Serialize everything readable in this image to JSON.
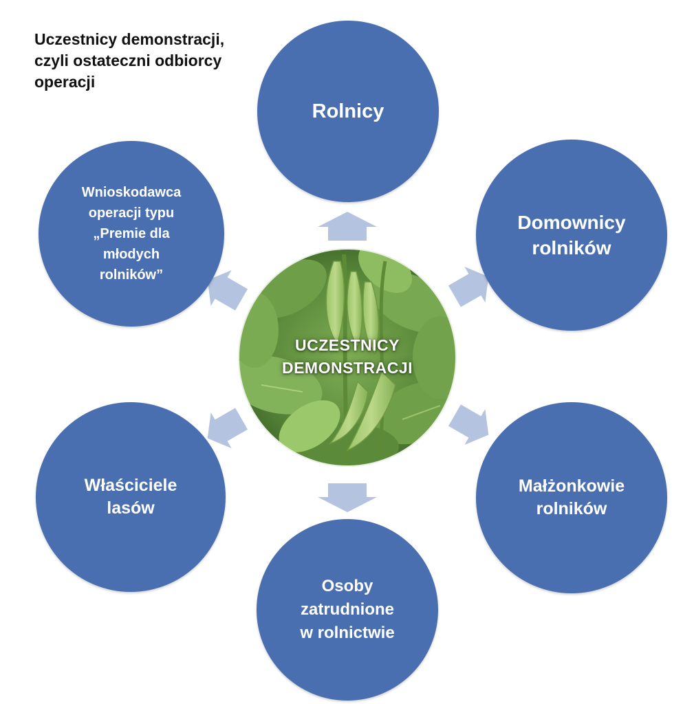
{
  "title": "Uczestnicy demonstracji,\nczyli ostateczni odbiorcy\noperacji",
  "center": {
    "label": "UCZESTNICY\nDEMONSTRACJI"
  },
  "nodes": [
    {
      "id": "rolnicy",
      "label": "Rolnicy"
    },
    {
      "id": "domownicy",
      "label": "Domownicy\nrolników"
    },
    {
      "id": "malzonkowie",
      "label": "Małżonkowie\nrolników"
    },
    {
      "id": "osoby",
      "label": "Osoby\nzatrudnione\nw rolnictwie"
    },
    {
      "id": "wlasciciele",
      "label": "Właściciele\nlasów"
    },
    {
      "id": "wnioskodawca",
      "label": "Wnioskodawca\noperacji typu\n„Premie dla\nmłodych\nrolników”"
    }
  ],
  "colors": {
    "node_fill": "#4a6fb0",
    "arrow_fill": "#b4c3e0",
    "leaf_dark": "#3f6b2a",
    "leaf_light": "#8fbf5a"
  }
}
